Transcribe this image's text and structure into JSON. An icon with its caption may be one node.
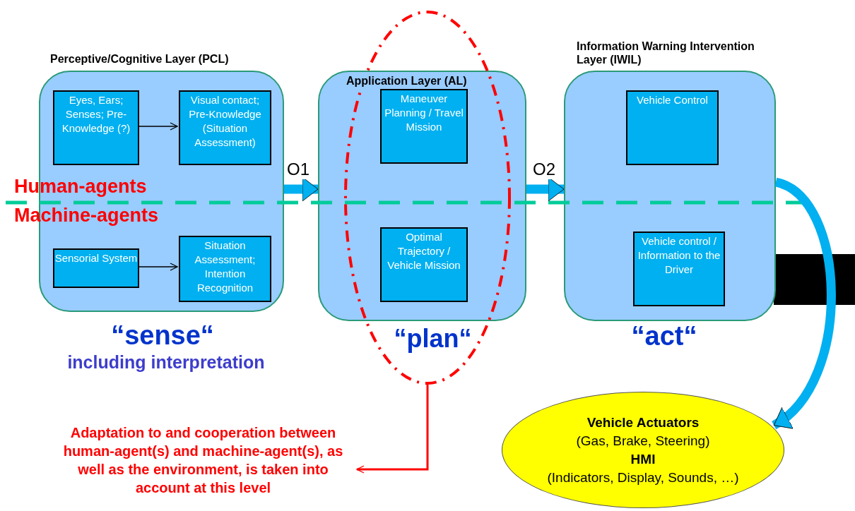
{
  "diagram": {
    "nodes": [
      {
        "text": [
          "Perceptive/Cognitive Layer (PCL)"
        ]
      },
      {
        "text": [
          "Eyes, Ears; Senses; Pre-Knowledge (?)"
        ],
        "in": 0
      },
      {
        "text": [
          "Visual contact; Pre-Knowledge (Situation Assessment)"
        ],
        "in": 0
      },
      {
        "text": [
          "Sensorial System"
        ],
        "in": 0
      },
      {
        "text": [
          "Situation Assessment; Intention Recognition"
        ],
        "in": 0
      },
      {
        "text": [
          "Application Layer (AL)"
        ]
      },
      {
        "text": [
          "Maneuver Planning / Travel Mission"
        ]
      },
      {
        "text": [
          "Optimal Trajectory / Vehicle Mission"
        ]
      },
      {
        "text": [
          "Information Warning Intervention Layer (IWIL)"
        ]
      },
      {
        "text": [
          "Vehicle Control"
        ],
        "in": 8
      },
      {
        "text": [
          "Vehicle control / Information to the Driver"
        ],
        "in": 8
      },
      {
        "text": [
          "Vehicle Actuators",
          "(Gas, Brake, Steering)",
          "HMI",
          "(Indicators, Display, Sounds, …)"
        ]
      },
      {
        "text": [],
        "shape": "ellipse"
      },
      {
        "text": [
          "Adaptation to and cooperation between human-agent(s) and machine-agent(s), as well as the environment, is taken into account at this level"
        ]
      }
    ],
    "edges": [
      {
        "from": 1,
        "to": 2,
        "arrow": "to",
        "color": "#000000"
      },
      {
        "from": 3,
        "to": 4,
        "arrow": "to",
        "color": "#000000"
      },
      {
        "from": 0,
        "to": 5,
        "arrow": "to",
        "label": "O1",
        "style": "thick",
        "color": "#00b0f0"
      },
      {
        "from": 5,
        "to": 8,
        "arrow": "to",
        "label": "O2",
        "style": "thick",
        "color": "#00b0f0"
      },
      {
        "from": 8,
        "to": 11,
        "arrow": "to",
        "style": "thick",
        "color": "#00b0f0"
      },
      {
        "from": 12,
        "to": 13,
        "arrow": "to",
        "color": "#ff0000"
      }
    ],
    "labels": [
      "Human-agents",
      "Machine-agents",
      "“sense“",
      "including interpretation",
      "“plan“",
      "“act“"
    ]
  }
}
